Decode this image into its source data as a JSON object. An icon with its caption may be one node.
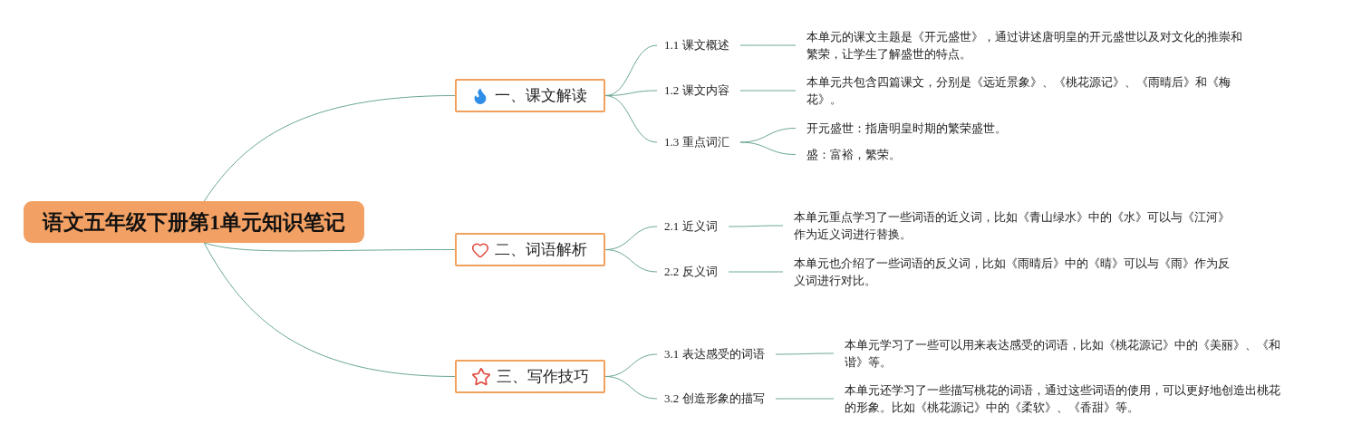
{
  "diagram": {
    "nodes": [
      {
        "text": [
          "语文五年级下册第1单元知识笔记"
        ]
      },
      {
        "text": [
          "一、课文解读"
        ]
      },
      {
        "text": [
          "1.1 课文概述"
        ]
      },
      {
        "text": [
          "本单元的课文主题是《开元盛世》，通过讲述唐明皇的开元盛世以及对文化的推崇和繁荣，让学生了解盛世的特点。"
        ]
      },
      {
        "text": [
          "1.2 课文内容"
        ]
      },
      {
        "text": [
          "本单元共包含四篇课文，分别是《远近景象》、《桃花源记》、《雨晴后》和《梅花》。"
        ]
      },
      {
        "text": [
          "1.3 重点词汇"
        ]
      },
      {
        "text": [
          "开元盛世：指唐明皇时期的繁荣盛世。"
        ]
      },
      {
        "text": [
          "盛：富裕，繁荣。"
        ]
      },
      {
        "text": [
          "二、词语解析"
        ]
      },
      {
        "text": [
          "2.1 近义词"
        ]
      },
      {
        "text": [
          "本单元重点学习了一些词语的近义词，比如《青山绿水》中的《水》可以与《江河》作为近义词进行替换。"
        ]
      },
      {
        "text": [
          "2.2 反义词"
        ]
      },
      {
        "text": [
          "本单元也介绍了一些词语的反义词，比如《雨晴后》中的《晴》可以与《雨》作为反义词进行对比。"
        ]
      },
      {
        "text": [
          "三、写作技巧"
        ]
      },
      {
        "text": [
          "3.1 表达感受的词语"
        ]
      },
      {
        "text": [
          "本单元学习了一些可以用来表达感受的词语，比如《桃花源记》中的《美丽》、《和谐》等。"
        ]
      },
      {
        "text": [
          "3.2 创造形象的描写"
        ]
      },
      {
        "text": [
          "本单元还学习了一些描写桃花的词语，通过这些词语的使用，可以更好地创造出桃花的形象。比如《桃花源记》中的《柔软》、《香甜》等。"
        ]
      }
    ],
    "edges": [
      {
        "from": 0,
        "to": 1,
        "arrow": "none"
      },
      {
        "from": 0,
        "to": 9,
        "arrow": "none"
      },
      {
        "from": 0,
        "to": 14,
        "arrow": "none"
      },
      {
        "from": 1,
        "to": 2,
        "arrow": "none"
      },
      {
        "from": 1,
        "to": 4,
        "arrow": "none"
      },
      {
        "from": 1,
        "to": 6,
        "arrow": "none"
      },
      {
        "from": 2,
        "to": 3,
        "arrow": "none"
      },
      {
        "from": 4,
        "to": 5,
        "arrow": "none"
      },
      {
        "from": 6,
        "to": 7,
        "arrow": "none"
      },
      {
        "from": 6,
        "to": 8,
        "arrow": "none"
      },
      {
        "from": 9,
        "to": 10,
        "arrow": "none"
      },
      {
        "from": 9,
        "to": 12,
        "arrow": "none"
      },
      {
        "from": 10,
        "to": 11,
        "arrow": "none"
      },
      {
        "from": 12,
        "to": 13,
        "arrow": "none"
      },
      {
        "from": 14,
        "to": 15,
        "arrow": "none"
      },
      {
        "from": 14,
        "to": 17,
        "arrow": "none"
      },
      {
        "from": 15,
        "to": 16,
        "arrow": "none"
      },
      {
        "from": 17,
        "to": 18,
        "arrow": "none"
      }
    ]
  }
}
